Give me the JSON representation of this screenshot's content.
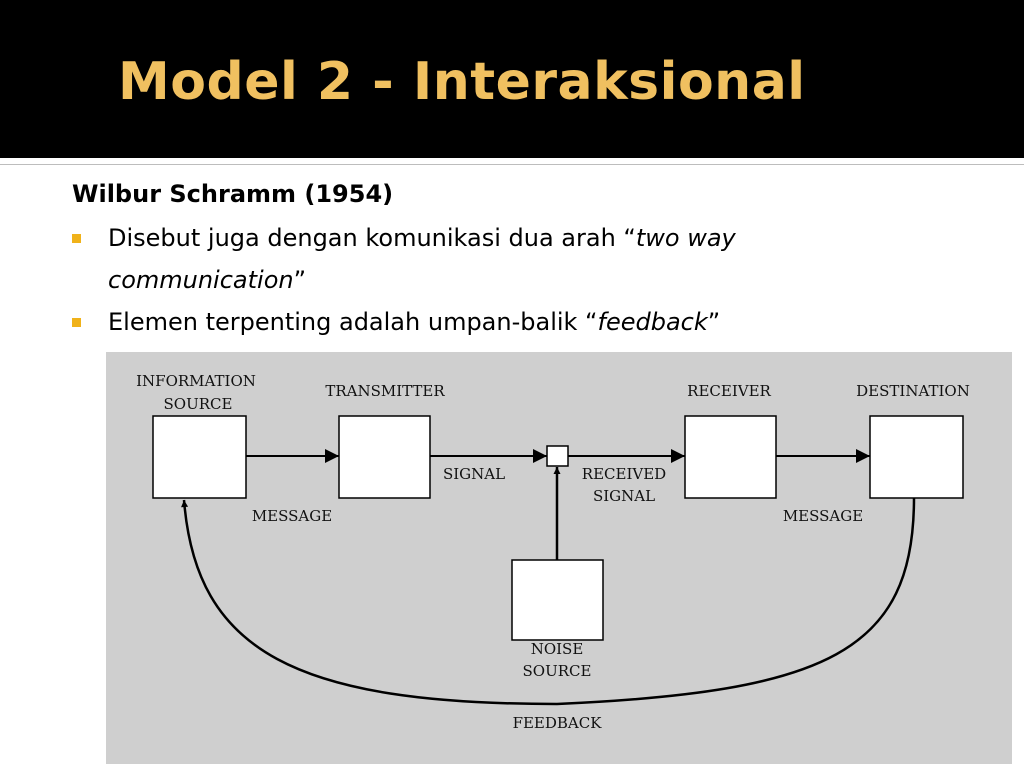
{
  "slide": {
    "title": "Model 2 - Interaksional",
    "subtitle": "Wilbur Schramm (1954)",
    "bullets": [
      {
        "text_before": "Disebut juga dengan komunikasi dua arah “",
        "emphasis_line1": "two way",
        "emphasis_line2": "communication",
        "text_after": "”"
      },
      {
        "text_before": "Elemen terpenting adalah umpan-balik “",
        "emphasis": "feedback",
        "text_after": "”"
      }
    ]
  },
  "diagram": {
    "nodes": {
      "information_source": [
        "INFORMATION",
        "SOURCE"
      ],
      "transmitter": "TRANSMITTER",
      "receiver": "RECEIVER",
      "destination": "DESTINATION",
      "noise_source": [
        "NOISE",
        "SOURCE"
      ]
    },
    "edge_labels": {
      "message_left": "MESSAGE",
      "signal": "SIGNAL",
      "received_signal": [
        "RECEIVED",
        "SIGNAL"
      ],
      "message_right": "MESSAGE",
      "feedback": "FEEDBACK"
    },
    "colors": {
      "background": "#cfcfcf",
      "box_fill": "#ffffff",
      "line": "#000000"
    }
  }
}
